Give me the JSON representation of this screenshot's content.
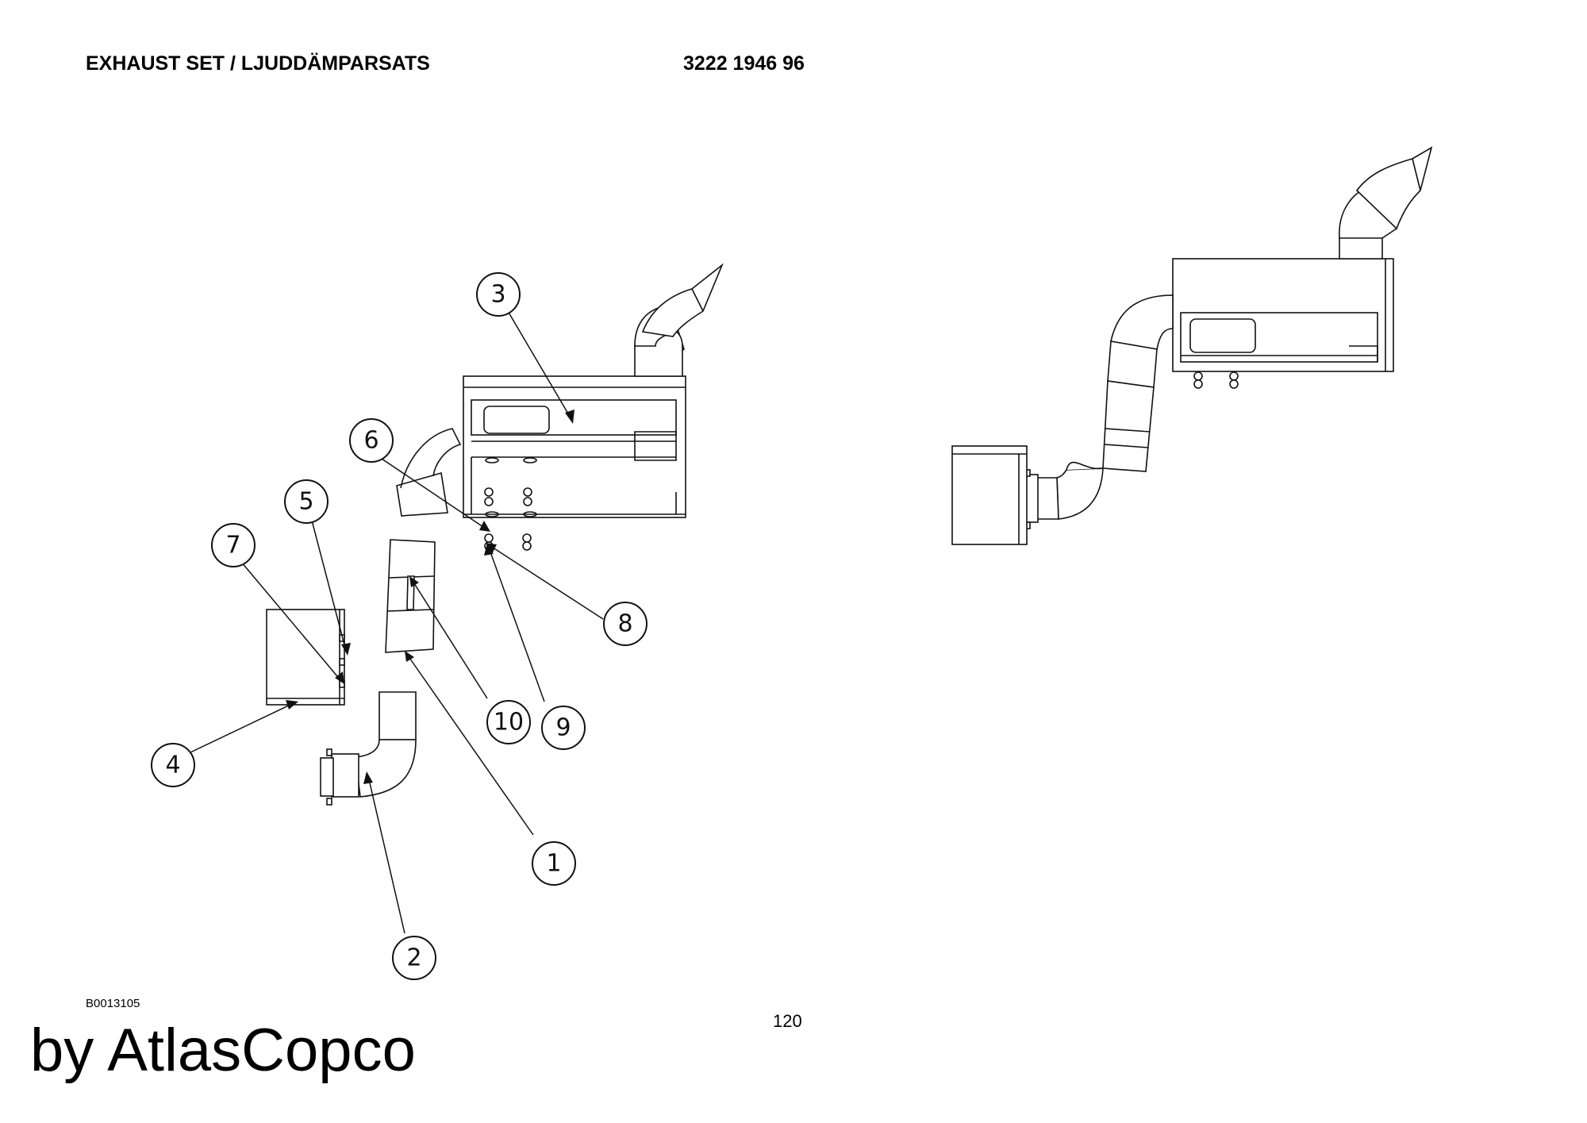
{
  "header": {
    "title": "EXHAUST SET / LJUDDÄMPARSATS",
    "part_number": "3222 1946 96"
  },
  "figure": {
    "reference": "B0013105",
    "callouts": [
      {
        "id": "c1",
        "label": "1"
      },
      {
        "id": "c2",
        "label": "2"
      },
      {
        "id": "c3",
        "label": "3"
      },
      {
        "id": "c4",
        "label": "4"
      },
      {
        "id": "c5",
        "label": "5"
      },
      {
        "id": "c6",
        "label": "6"
      },
      {
        "id": "c7",
        "label": "7"
      },
      {
        "id": "c8",
        "label": "8"
      },
      {
        "id": "c9",
        "label": "9"
      },
      {
        "id": "c10",
        "label": "10"
      }
    ]
  },
  "footer": {
    "page_number": "120",
    "brand": "by AtlasCopco"
  }
}
